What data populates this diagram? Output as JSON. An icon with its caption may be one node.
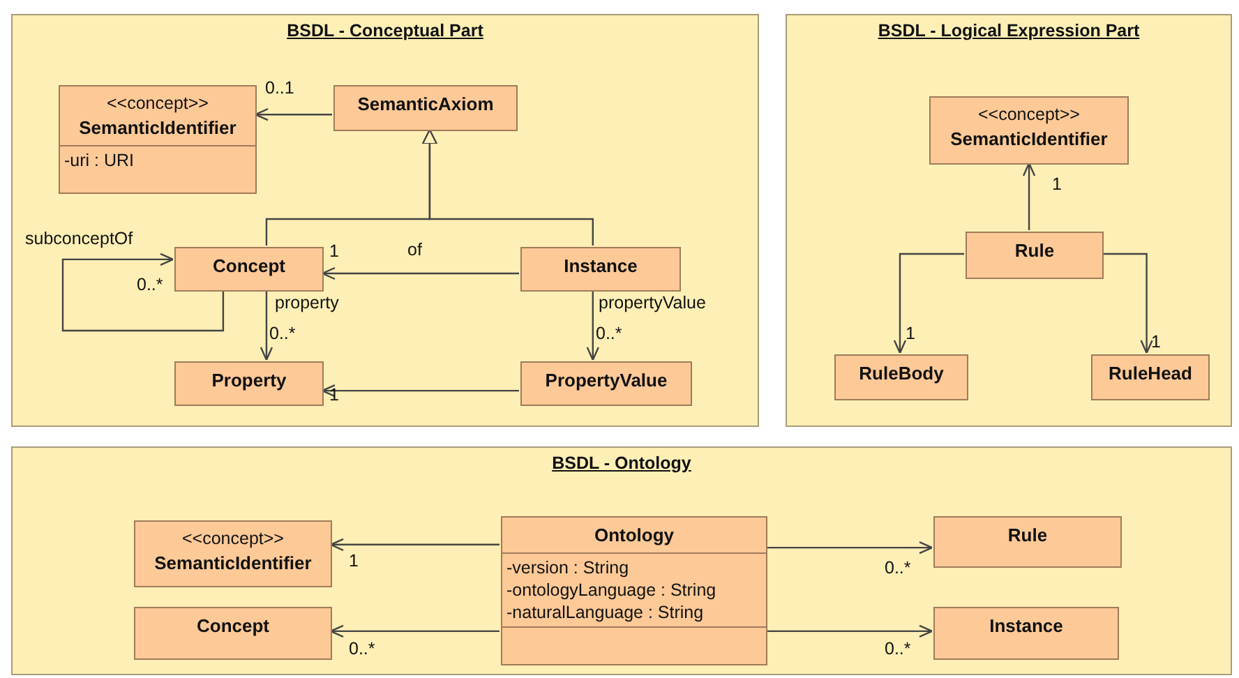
{
  "diagram": {
    "nodes": [
      {
        "text": [
          "BSDL - Conceptual Part"
        ]
      },
      {
        "text": [
          "<<concept>>",
          "SemanticIdentifier",
          "-uri : URI"
        ],
        "in": 0
      },
      {
        "text": [
          "SemanticAxiom"
        ],
        "in": 0
      },
      {
        "text": [
          "Concept"
        ],
        "in": 0
      },
      {
        "text": [
          "Instance"
        ],
        "in": 0
      },
      {
        "text": [
          "Property"
        ],
        "in": 0
      },
      {
        "text": [
          "PropertyValue"
        ],
        "in": 0
      },
      {
        "text": [
          "BSDL - Logical Expression Part"
        ]
      },
      {
        "text": [
          "<<concept>>",
          "SemanticIdentifier"
        ],
        "in": 7
      },
      {
        "text": [
          "Rule"
        ],
        "in": 7
      },
      {
        "text": [
          "RuleBody"
        ],
        "in": 7
      },
      {
        "text": [
          "RuleHead"
        ],
        "in": 7
      },
      {
        "text": [
          "BSDL - Ontology"
        ]
      },
      {
        "text": [
          "<<concept>>",
          "SemanticIdentifier"
        ],
        "in": 12
      },
      {
        "text": [
          "Ontology",
          "-version : String",
          "-ontologyLanguage : String",
          "-naturalLanguage : String"
        ],
        "in": 12
      },
      {
        "text": [
          "Rule"
        ],
        "in": 12
      },
      {
        "text": [
          "Concept"
        ],
        "in": 12
      },
      {
        "text": [
          "Instance"
        ],
        "in": 12
      }
    ],
    "edges": [
      {
        "from": 2,
        "to": 1,
        "arrow": "to"
      },
      {
        "from": 3,
        "to": 2,
        "arrow": "to"
      },
      {
        "from": 4,
        "to": 2,
        "arrow": "to"
      },
      {
        "from": 3,
        "to": 3,
        "arrow": "to",
        "label": "subconceptOf"
      },
      {
        "from": 4,
        "to": 3,
        "arrow": "to",
        "label": "of"
      },
      {
        "from": 3,
        "to": 5,
        "arrow": "to",
        "label": "property"
      },
      {
        "from": 4,
        "to": 6,
        "arrow": "to",
        "label": "propertyValue"
      },
      {
        "from": 6,
        "to": 5,
        "arrow": "to"
      },
      {
        "from": 9,
        "to": 8,
        "arrow": "to"
      },
      {
        "from": 9,
        "to": 10,
        "arrow": "to"
      },
      {
        "from": 9,
        "to": 11,
        "arrow": "to"
      },
      {
        "from": 14,
        "to": 13,
        "arrow": "to"
      },
      {
        "from": 14,
        "to": 15,
        "arrow": "to"
      },
      {
        "from": 14,
        "to": 16,
        "arrow": "to"
      },
      {
        "from": 14,
        "to": 17,
        "arrow": "to"
      }
    ],
    "labels": [
      "0..1",
      "0..*",
      "1",
      "0..*",
      "0..*",
      "1",
      "1",
      "1",
      "1",
      "1",
      "0..*",
      "0..*",
      "0..*"
    ]
  }
}
